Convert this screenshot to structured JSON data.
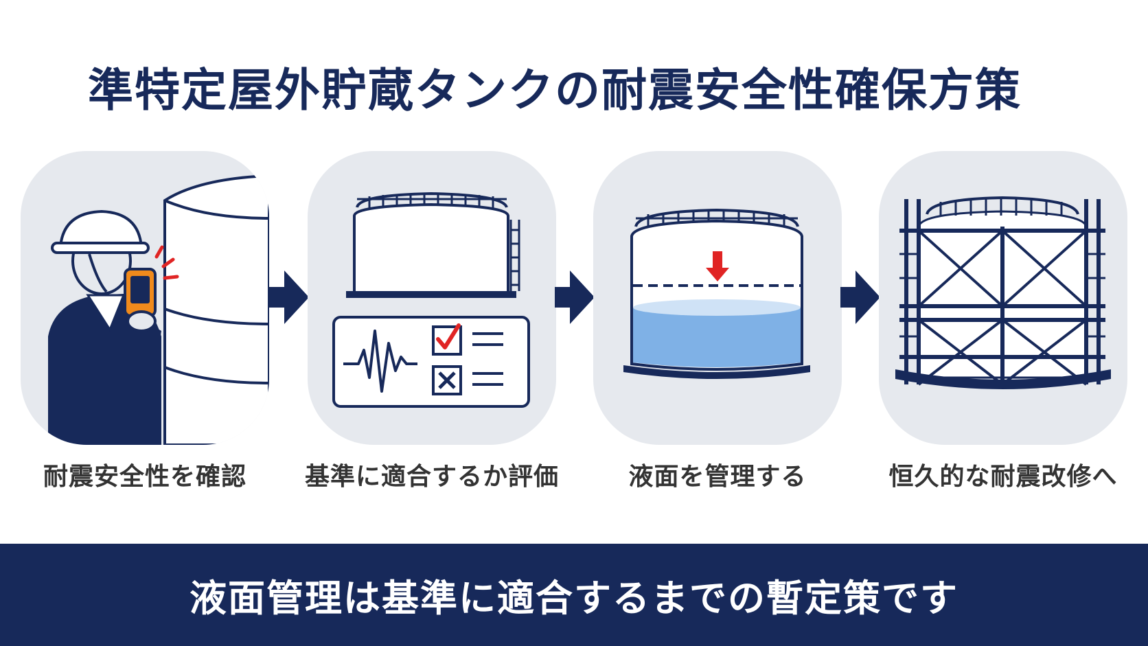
{
  "title": "準特定屋外貯蔵タンクの耐震安全性確保方策",
  "steps": [
    {
      "label": "耐震安全性を確認",
      "icon": "worker-inspecting-tank-icon"
    },
    {
      "label": "基準に適合するか評価",
      "icon": "tank-evaluation-checklist-icon"
    },
    {
      "label": "液面を管理する",
      "icon": "tank-liquid-level-icon"
    },
    {
      "label": "恒久的な耐震改修へ",
      "icon": "tank-scaffold-retrofit-icon"
    }
  ],
  "footer": {
    "text": "液面管理は基準に適合するまでの暫定策です"
  },
  "colors": {
    "navy": "#17295a",
    "panel": "#e6e9ee",
    "accent_red": "#e02424",
    "accent_orange": "#f08a1c",
    "water": "#7fb1e6"
  }
}
